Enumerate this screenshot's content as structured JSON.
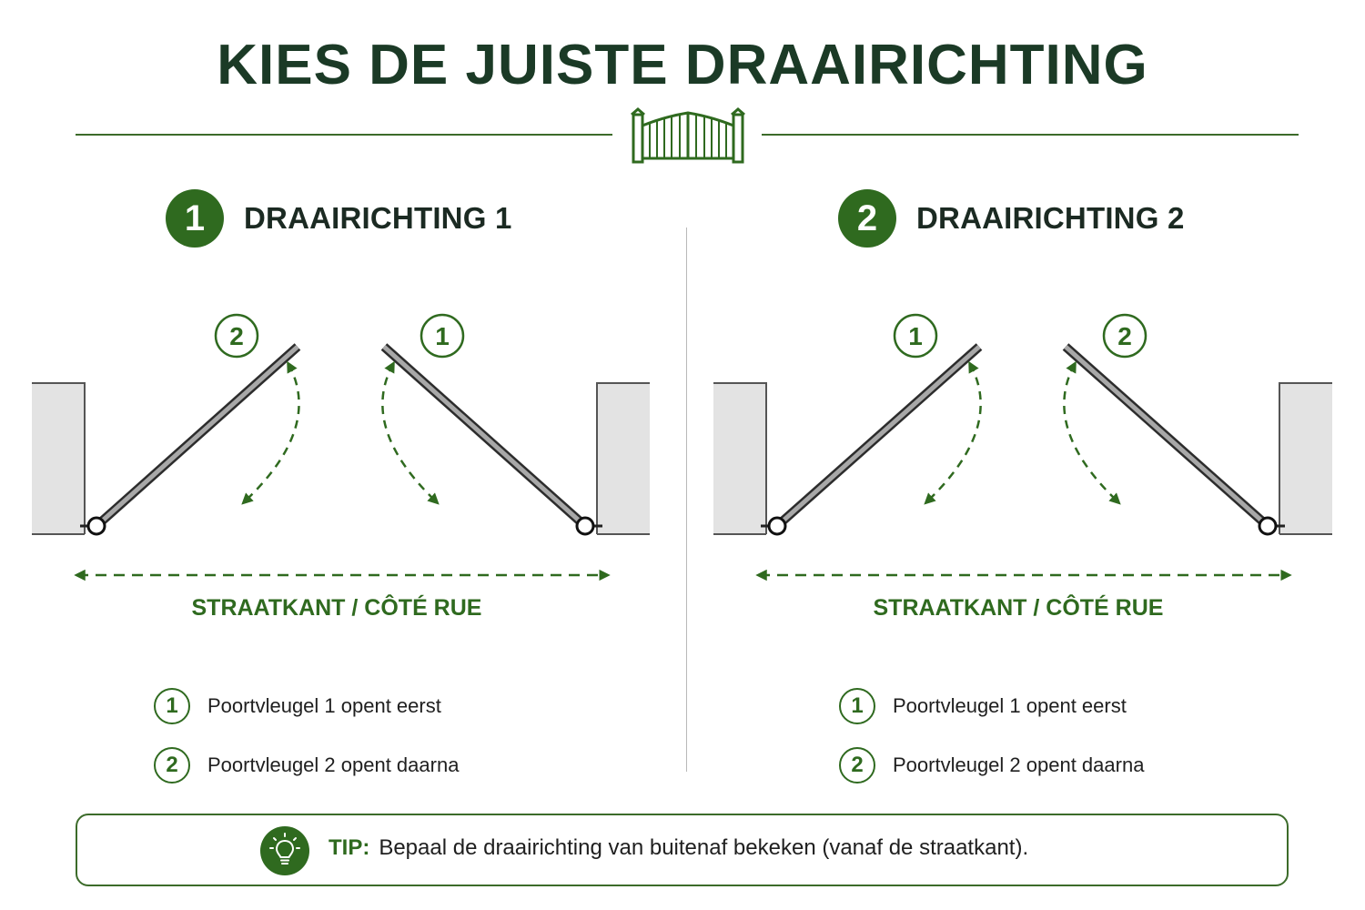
{
  "title": "KIES DE JUISTE DRAAIRICHTING",
  "icons": {
    "header": "gate-icon",
    "tip": "lightbulb-icon"
  },
  "colors": {
    "accent": "#2f6a1f",
    "dark": "#1b3a26",
    "pillar": "#e3e3e3",
    "gate": "#a8a8a8"
  },
  "sections": [
    {
      "number": "1",
      "title": "DRAAIRICHTING 1",
      "left_leaf_label": "2",
      "right_leaf_label": "1",
      "street_label": "STRAATKANT / CÔTÉ RUE",
      "legend": [
        {
          "num": "1",
          "text": "Poortvleugel 1 opent eerst"
        },
        {
          "num": "2",
          "text": "Poortvleugel 2 opent daarna"
        }
      ]
    },
    {
      "number": "2",
      "title": "DRAAIRICHTING 2",
      "left_leaf_label": "1",
      "right_leaf_label": "2",
      "street_label": "STRAATKANT / CÔTÉ RUE",
      "legend": [
        {
          "num": "1",
          "text": "Poortvleugel 1 opent eerst"
        },
        {
          "num": "2",
          "text": "Poortvleugel 2 opent daarna"
        }
      ]
    }
  ],
  "tip": {
    "label": "TIP:",
    "text": "Bepaal de draairichting van buitenaf bekeken (vanaf de straatkant)."
  }
}
